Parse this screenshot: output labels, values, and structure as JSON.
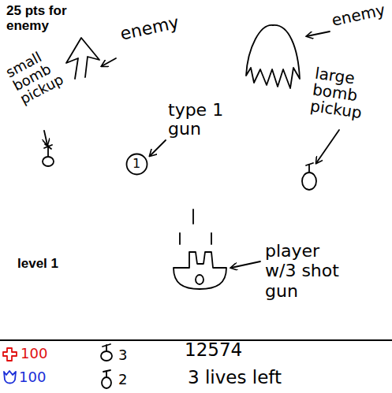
{
  "diagram": {
    "nodes": [
      {
        "text": [
          "1"
        ]
      }
    ],
    "labels": [
      "25 pts for enemy",
      "enemy",
      "enemy",
      "small bomb pickup",
      "type 1 gun",
      "large bomb pickup",
      "level 1",
      "player w/3 shot gun",
      "100",
      "100",
      "3",
      "2",
      "12574",
      "3 lives left"
    ]
  }
}
